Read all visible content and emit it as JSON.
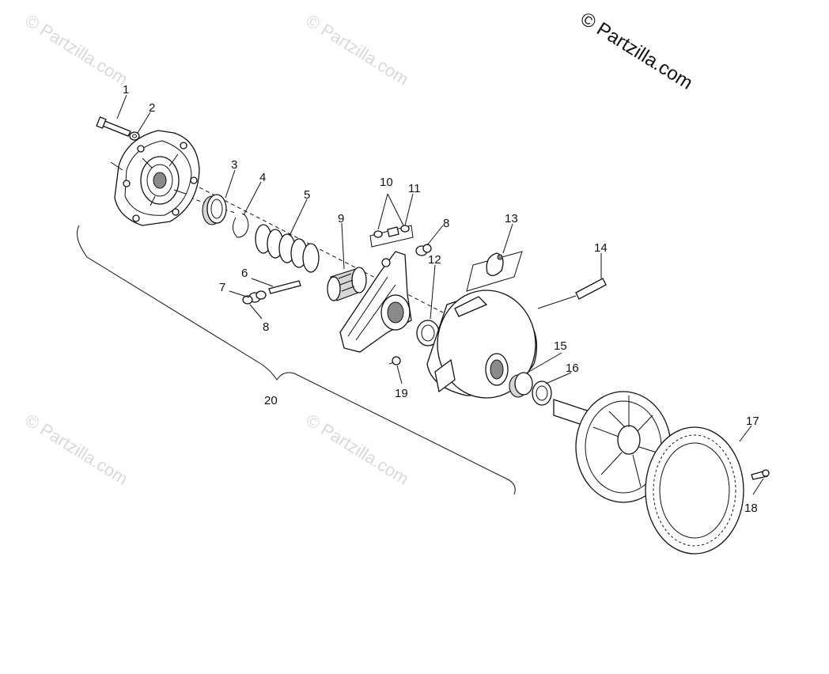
{
  "copyright": "© Partzilla.com",
  "watermark": "© Partzilla.com",
  "callouts": {
    "c1": "1",
    "c2": "2",
    "c3": "3",
    "c4": "4",
    "c5": "5",
    "c6": "6",
    "c7": "7",
    "c8a": "8",
    "c8b": "8",
    "c9": "9",
    "c10": "10",
    "c11": "11",
    "c12": "12",
    "c13": "13",
    "c14": "14",
    "c15": "15",
    "c16": "16",
    "c17": "17",
    "c18": "18",
    "c19": "19",
    "c20": "20"
  }
}
